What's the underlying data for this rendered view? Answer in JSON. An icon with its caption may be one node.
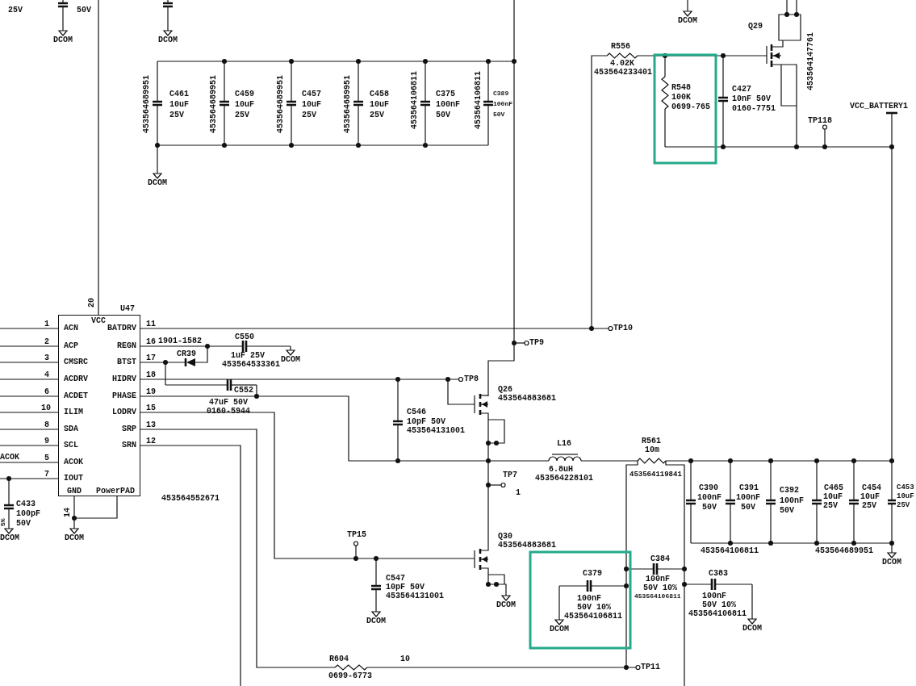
{
  "diagram": {
    "nodes": [
      {
        "text": [
          "U47",
          "VCC",
          "ACN",
          "ACP",
          "CMSRC",
          "ACDRV",
          "ACDET",
          "ILIM",
          "SDA",
          "SCL",
          "ACOK",
          "IOUT",
          "BATDRV",
          "REGN",
          "BTST",
          "HIDRV",
          "PHASE",
          "LODRV",
          "SRP",
          "SRN",
          "GND",
          "PowerPAD"
        ],
        "beside": [
          "20",
          "1",
          "2",
          "3",
          "4",
          "6",
          "10",
          "8",
          "9",
          "5",
          "7",
          "11",
          "16",
          "17",
          "18",
          "19",
          "15",
          "13",
          "12",
          "14"
        ]
      }
    ],
    "labels": [
      "25V",
      "50V",
      "DCOM",
      "DCOM",
      "453564689951",
      "C461",
      "10uF",
      "25V",
      "453564689951",
      "C459",
      "10uF",
      "25V",
      "453564689951",
      "C457",
      "10uF",
      "25V",
      "453564689951",
      "C458",
      "10uF",
      "25V",
      "453564106811",
      "C375",
      "100nF",
      "50V",
      "453564106811",
      "C389",
      "100nF",
      "50V",
      "DCOM",
      "DCOM",
      "R556",
      "4.02K",
      "453564233401",
      "Q29",
      "453564147761",
      "R548",
      "100K",
      "0699-765",
      "C427",
      "10nF 50V",
      "0160-7751",
      "TP118",
      "VCC_BATTERY1",
      "ACOK",
      "1901-1582",
      "C550",
      "1uF 25V",
      "453564533361",
      "DCOM",
      "CR39",
      "C552",
      "47uF 50V",
      "0160-5944",
      "453564552671",
      "C433",
      "100pF",
      "50V",
      "5%",
      "DCOM",
      "DCOM",
      "TP10",
      "TP9",
      "TP8",
      "Q26",
      "453564883681",
      "C546",
      "10pF 50V",
      "453564131001",
      "L16",
      "R561",
      "10m",
      "TP7",
      "6.8uH",
      "453564228101",
      "453564119841",
      "1",
      "C390",
      "100nF",
      "50V",
      "C391",
      "100nF",
      "50V",
      "C392",
      "100nF",
      "50V",
      "C465",
      "10uF",
      "25V",
      "C454",
      "10uF",
      "25V",
      "C453",
      "10uF",
      "25V",
      "453564106811",
      "453564689951",
      "DCOM",
      "TP15",
      "Q30",
      "453564883681",
      "DCOM",
      "C547",
      "10pF 50V",
      "453564131001",
      "DCOM",
      "C384",
      "C379",
      "100nF",
      "50V 10%",
      "453564106811",
      "100nF",
      "50V 10%",
      "453564106811",
      "DCOM",
      "C383",
      "100nF",
      "50V 10%",
      "453564106811",
      "DCOM",
      "R604",
      "10",
      "0699-6773",
      "TP11"
    ]
  }
}
